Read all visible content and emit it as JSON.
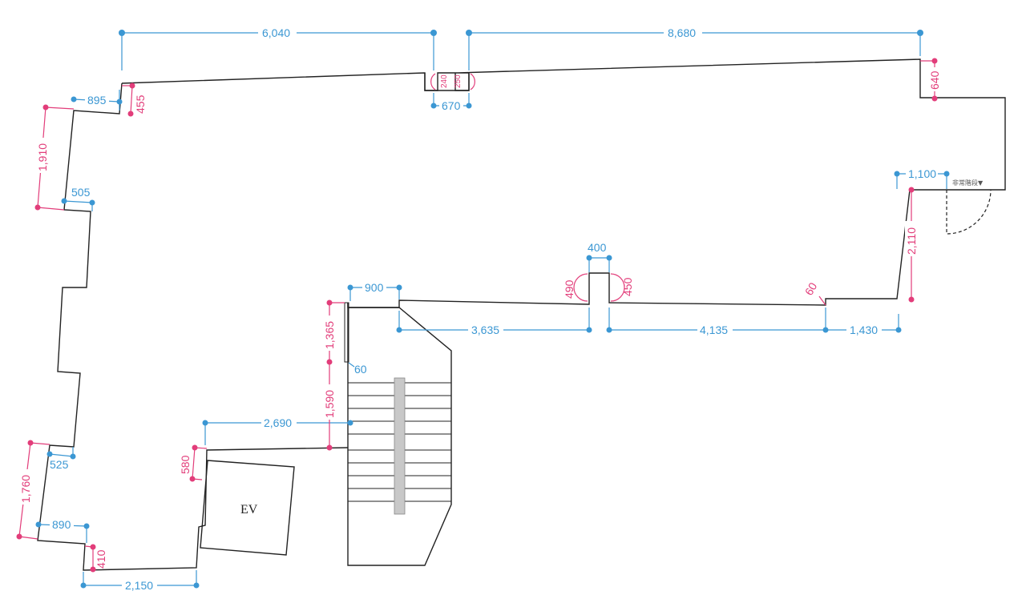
{
  "labels": {
    "ev": "EV",
    "emergency_stairs": "非常階段▼"
  },
  "colors": {
    "dimension_blue": "#3b97d3",
    "dimension_pink": "#e23d7a",
    "wall": "#222222"
  },
  "dimensions": {
    "top_left_width": "6,040",
    "top_right_width": "8,680",
    "notch_width": "670",
    "notch_left_depth": "240",
    "notch_right_depth": "250",
    "corner_left_width": "895",
    "corner_left_depth": "455",
    "top_right_drop": "640",
    "left_upper_height": "1,910",
    "left_upper_step": "505",
    "exit_width": "1,100",
    "exit_height": "2,110",
    "column_width": "400",
    "column_left_depth": "490",
    "column_right_depth": "450",
    "small_step": "60",
    "stair_top_width": "900",
    "stair_side_height": "1,365",
    "stair_wall_thickness": "60",
    "span_left": "3,635",
    "span_mid": "4,135",
    "span_right": "1,430",
    "stair_to_ev_height": "1,590",
    "ev_to_stair_width": "2,690",
    "ev_step_height": "580",
    "left_lower_step": "525",
    "left_lower_height": "1,760",
    "bottom_left_width": "890",
    "bottom_left_depth": "410",
    "bottom_width": "2,150"
  }
}
